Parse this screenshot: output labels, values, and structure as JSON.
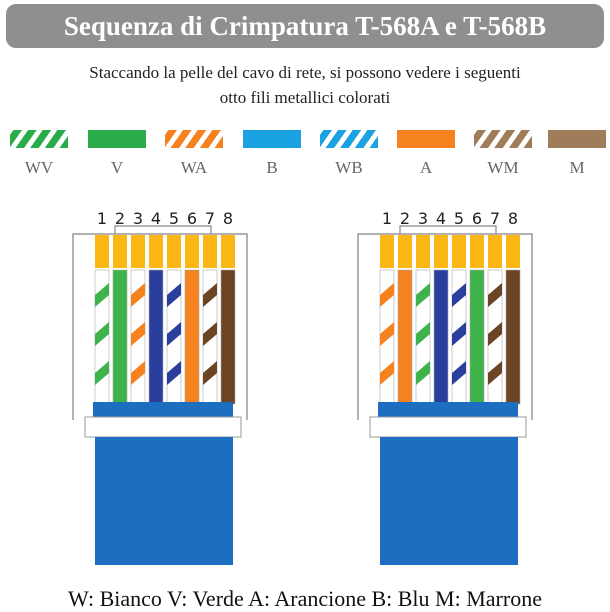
{
  "title": "Sequenza di Crimpatura T-568A e T-568B",
  "subtitle_line1": "Staccando la pelle del cavo di rete, si possono vedere i seguenti",
  "subtitle_line2": "otto fili metallici colorati",
  "colors": {
    "V": "#2bac4a",
    "A": "#f5821f",
    "B": "#1aa3e0",
    "M": "#a07d5a",
    "wireV": "#3db34a",
    "wireA": "#f5821f",
    "wireB": "#2a3e9e",
    "wireM": "#6b4423",
    "contact": "#fbb713",
    "jacket": "#1c6fc0"
  },
  "legend": [
    {
      "code": "WV",
      "label": "WV",
      "color": "V",
      "striped": true
    },
    {
      "code": "V",
      "label": "V",
      "color": "V",
      "striped": false
    },
    {
      "code": "WA",
      "label": "WA",
      "color": "A",
      "striped": true
    },
    {
      "code": "B",
      "label": "B",
      "color": "B",
      "striped": false
    },
    {
      "code": "WB",
      "label": "WB",
      "color": "B",
      "striped": true
    },
    {
      "code": "A",
      "label": "A",
      "color": "A",
      "striped": false
    },
    {
      "code": "WM",
      "label": "WM",
      "color": "M",
      "striped": true
    },
    {
      "code": "M",
      "label": "M",
      "color": "M",
      "striped": false
    }
  ],
  "pin_numbers": [
    "1",
    "2",
    "3",
    "4",
    "5",
    "6",
    "7",
    "8"
  ],
  "connectors": [
    {
      "name": "T-568A",
      "wires": [
        "WV",
        "V",
        "WA",
        "B",
        "WB",
        "A",
        "WM",
        "M"
      ]
    },
    {
      "name": "T-568B",
      "wires": [
        "WA",
        "A",
        "WV",
        "B",
        "WB",
        "V",
        "WM",
        "M"
      ]
    }
  ],
  "footer": "W: Bianco V: Verde A: Arancione B: Blu M: Marrone"
}
